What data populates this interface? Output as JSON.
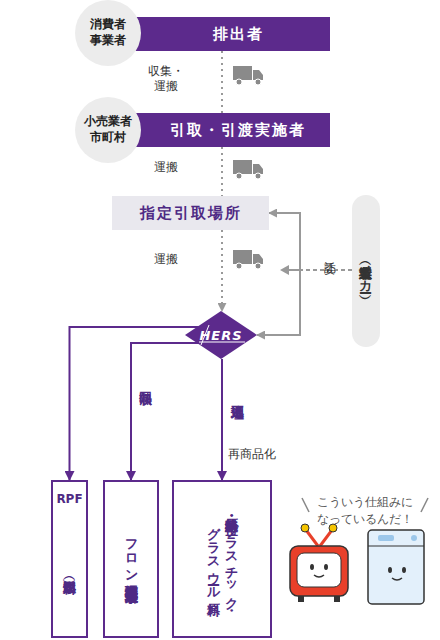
{
  "diagram": {
    "nodes": [
      {
        "text": [
          "消費者 事業者"
        ]
      },
      {
        "text": [
          "排出者"
        ]
      },
      {
        "text": [
          "小売業者 市町村"
        ]
      },
      {
        "text": [
          "引取・引渡実施者"
        ]
      },
      {
        "text": [
          "指定引取場所"
        ]
      },
      {
        "text": [
          "HERS"
        ]
      },
      {
        "text": [
          "製造業者（メーカー）"
        ]
      },
      {
        "text": [
          "RPF",
          "（固形燃料）"
        ]
      },
      {
        "text": [
          "フロン破壊処理業者 塩水処理業者"
        ]
      },
      {
        "text": [
          "鉄・非鉄原料・ 再生プラスチック・ グラスウール原料"
        ]
      }
    ],
    "edges": [
      {
        "from": 1,
        "to": 3,
        "label": "収集・運搬",
        "arrow": "none"
      },
      {
        "from": 3,
        "to": 4,
        "label": "運搬",
        "arrow": "none"
      },
      {
        "from": 4,
        "to": 5,
        "label": "運搬",
        "arrow": "to"
      },
      {
        "from": 6,
        "to": 4,
        "label": "委託",
        "arrow": "to"
      },
      {
        "from": 6,
        "to": 5,
        "arrow": "to"
      },
      {
        "from": 5,
        "to": 7,
        "label": "熱回収",
        "arrow": "to"
      },
      {
        "from": 5,
        "to": 8,
        "label": "適正処理",
        "arrow": "to"
      },
      {
        "from": 5,
        "to": 9,
        "label": "再商品化",
        "arrow": "to"
      }
    ],
    "labels": [
      "こういう仕組みに なっているんだ！"
    ]
  }
}
